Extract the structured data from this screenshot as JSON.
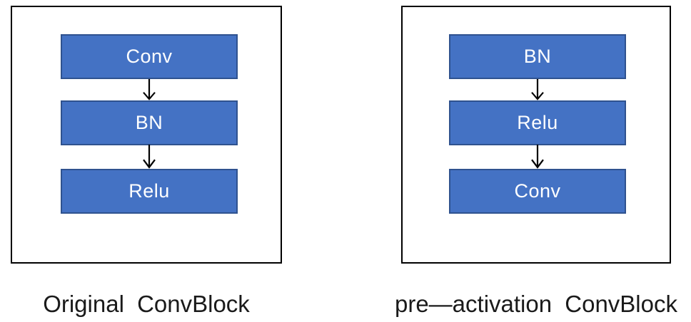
{
  "panels": [
    {
      "caption": "Original ConvBlock",
      "nodes": [
        "Conv",
        "BN",
        "Relu"
      ]
    },
    {
      "caption": "pre—activation ConvBlock",
      "nodes": [
        "BN",
        "Relu",
        "Conv"
      ]
    }
  ],
  "colors": {
    "node_fill": "#4472C4",
    "node_border": "#2F528F",
    "node_text": "#FFFFFF",
    "panel_outline": "#000000",
    "arrow": "#000000",
    "caption_text": "#1A1A1A"
  }
}
